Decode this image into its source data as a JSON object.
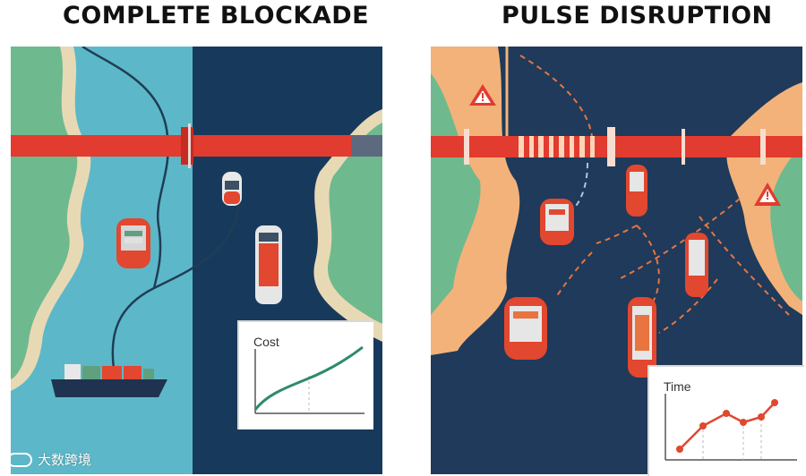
{
  "left": {
    "title": "COMPLETE BLOCKADE",
    "inset_label": "Cost"
  },
  "right": {
    "title": "PULSE DISRUPTION",
    "inset_label": "Time"
  },
  "watermark": {
    "text": "大数跨境"
  },
  "colors": {
    "shallow_water": "#5cb8c8",
    "deep_water": "#173a5c",
    "land_green": "#6fb98f",
    "barrier_red": "#e23b2f",
    "warning_orange": "#f26b3a",
    "warm_land": "#f3b27a",
    "cost_line": "#2e8b6a",
    "time_line": "#e0482f"
  }
}
